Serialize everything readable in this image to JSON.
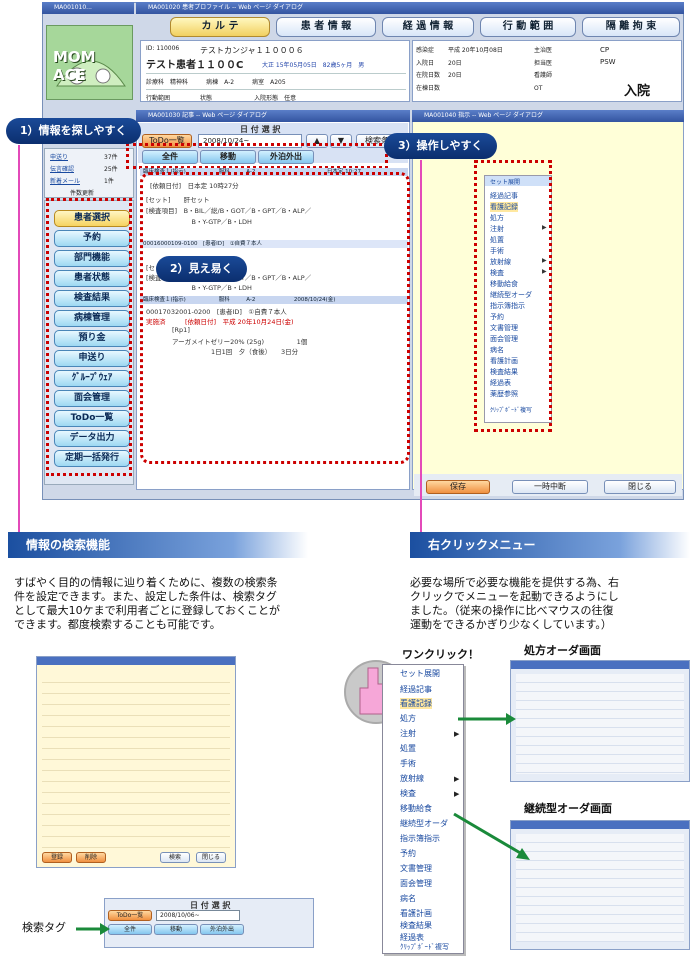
{
  "app": {
    "title_left": "MA001010...",
    "title_main": "MA001020 患者プロファイル -- Web ページ ダイアログ",
    "logo": "MOM ACE",
    "top_tabs": [
      {
        "label": "カ ル テ",
        "active": true
      },
      {
        "label": "患 者 情 報",
        "active": false
      },
      {
        "label": "経 過 情 報",
        "active": false
      },
      {
        "label": "行 動 範 囲",
        "active": false
      },
      {
        "label": "隔 離 拘 束",
        "active": false
      }
    ],
    "patient": {
      "id_label": "ID: 110006",
      "kana": "テストカンジャ１１０００６",
      "name": "テスト患者１１００C",
      "birth": "大正 15年05月05日　82歳5ヶ月　男",
      "rows": [
        [
          "診療科",
          "精神科",
          "病棟",
          "A-2",
          "病室",
          "A205"
        ],
        [
          "行動範囲",
          "",
          "状態",
          "",
          "入院形態",
          "任意"
        ]
      ],
      "right_labels": [
        "感染症",
        "入院日",
        "在院日数",
        "在棟日数"
      ],
      "right_values": [
        "",
        "平成 20年10月08日",
        "20日",
        "20日"
      ],
      "staff_labels": [
        "主治医",
        "担当医",
        "看護師",
        "OT"
      ],
      "roles": [
        "CP",
        "PSW"
      ],
      "status": "入院"
    }
  },
  "left_stats": [
    {
      "label": "申送り",
      "value": "37件"
    },
    {
      "label": "伝言確認",
      "value": "25件"
    },
    {
      "label": "新着メール",
      "value": "1件"
    }
  ],
  "left_stats_footer": "件数更新",
  "sidebar_menu": [
    "患者選択",
    "予約",
    "部門機能",
    "患者状態",
    "検査結果",
    "病棟管理",
    "預り金",
    "申送り",
    "ｸﾞﾙｰﾌﾟｳｪｱ",
    "面会管理",
    "ToDo一覧",
    "データ出力",
    "定期一括発行"
  ],
  "center_panel": {
    "title": "MA001030 記事 -- Web ページ ダイアログ",
    "date_header": "日 付 選 択",
    "date_value": "2008/10/24~",
    "search_btn": "検索条件",
    "todo_btn": "ToDo一覧",
    "filter_tabs": [
      "全件",
      "移動",
      "外泊外出"
    ],
    "entries": [
      {
        "head": "臨床検査１(指示)　　　　　　服科　　　A-2　　　　　　　　　　　　　日本定 10:27",
        "lines": [
          "[依頼日付]　日本定 10時27分",
          "[セット]　　肝セット",
          "[検査項目]　B・BIL／総/B・GOT／B・GPT／B・ALP／",
          "　　　　　　　B・Y-GTP／B・LDH"
        ]
      },
      {
        "head": "00016000109-0100　[患者ID]　①自費７本人",
        "lines": [
          "[セット]　　肝セット",
          "[検査項目]　B・BIL／総/B・GOT／B・GPT／B・ALP／",
          "　　　　　　　B・Y-GTP／B・LDH"
        ]
      },
      {
        "head": "臨床検査１(指示)　　　　　　服科　　　A-2　　　　　　　2008/10/24(金)",
        "lines": [
          "00017032001-0200　[患者ID]　①自費７本人",
          "実施済　　　[依頼日付]　平成 20年10月24日(金)",
          "[Rp1]",
          "アーガメイトゼリー20% (25g)　　　　　1個",
          "　　　　　　1日1回　夕（食後）　　3日分"
        ]
      }
    ],
    "highlight": "実施済"
  },
  "right_panel": {
    "title": "MA001040 指示 -- Web ページ ダイアログ",
    "context_menu": [
      "セット展開",
      "経過記事",
      "看護記録",
      "処方",
      "注射",
      "処置",
      "手術",
      "放射線",
      "検査",
      "移動給食",
      "継続型オーダ",
      "指示簿指示",
      "予約",
      "文書管理",
      "面会管理",
      "病名",
      "看護計画",
      "検査結果",
      "経過表",
      "薬歴参照",
      "ｸﾘｯﾌﾟﾎﾞｰﾄﾞ複写"
    ],
    "submenu_items": [
      "注射",
      "放射線",
      "検査"
    ],
    "buttons": [
      "保存",
      "一時中断",
      "閉じる"
    ]
  },
  "callouts": [
    "1）情報を探しやすく",
    "2）見え易く",
    "3）操作しやすく"
  ],
  "sections": [
    {
      "title": "情報の検索機能",
      "text": [
        "すばやく目的の情報に辿り着くために、複数の検索条",
        "件を設定できます。また、設定した条件は、検索タグ",
        "として最大10ケまで利用者ごとに登録しておくことが",
        "できます。都度検索することも可能です。"
      ]
    },
    {
      "title": "右クリックメニュー",
      "text": [
        "必要な場所で必要な機能を提供する為、右",
        "クリックでメニューを起動できるようにし",
        "ました。（従来の操作に比べマウスの往復",
        "運動をできるかぎり少なくしています。）"
      ]
    }
  ],
  "bottom": {
    "search_dialog_buttons": [
      "登録",
      "削除",
      "検索",
      "閉じる"
    ],
    "search_tag_label": "検索タグ",
    "strip_date_header": "日 付 選 択",
    "strip_tabs": [
      "全件",
      "移動",
      "外泊外出"
    ],
    "strip_todo": "ToDo一覧",
    "strip_date": "2008/10/06~",
    "one_click_label": "ワンクリック！",
    "prescription_label": "処方オーダ画面",
    "continuous_label": "継続型オーダ画面"
  }
}
